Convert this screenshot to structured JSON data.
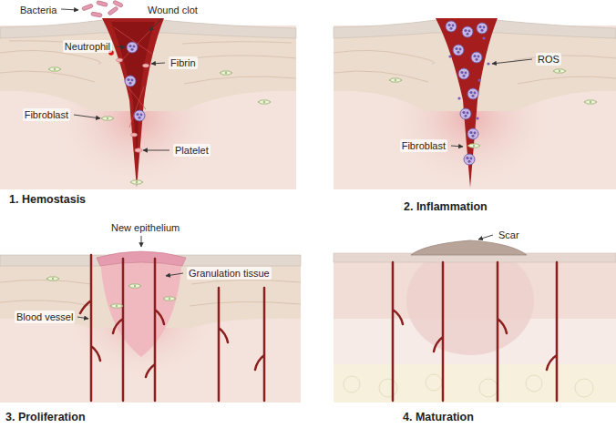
{
  "diagram": {
    "labels": [
      "Bacteria",
      "Wound clot",
      "Neutrophil",
      "Fibrin",
      "Fibroblast",
      "Platelet",
      "1.  Hemostasis",
      "ROS",
      "Fibroblast",
      "2. Inflammation",
      "New epithelium",
      "Granulation tissue",
      "Blood vessel",
      "3. Proliferation",
      "Scar",
      "4. Maturation"
    ]
  }
}
